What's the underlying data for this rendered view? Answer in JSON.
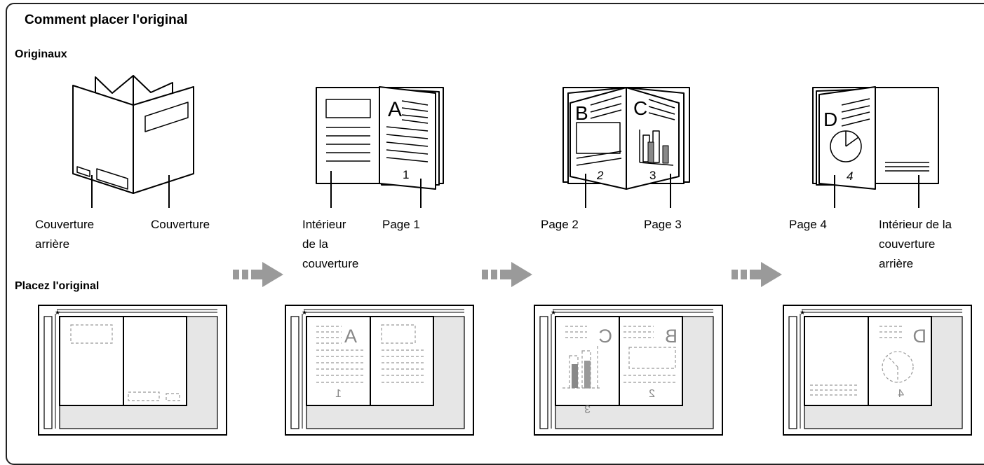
{
  "title": "Comment placer l'original",
  "sections": {
    "originals": "Originaux",
    "place": "Placez l'original"
  },
  "labels": {
    "back_cover": "Couverture\narrière",
    "cover": "Couverture",
    "inside_cover": "Intérieur\nde la\ncouverture",
    "page1": "Page 1",
    "page2": "Page 2",
    "page3": "Page 3",
    "page4": "Page 4",
    "inside_back_cover": "Intérieur de la\ncouverture\narrière"
  },
  "book_letters": [
    "A",
    "B",
    "C",
    "D"
  ],
  "page_numbers": [
    "1",
    "2",
    "3",
    "4"
  ],
  "colors": {
    "arrow": "#9a9a9a",
    "glass": "#e6e6e6",
    "dashed": "#999999",
    "bar_fill": "#888888"
  },
  "icons": [
    "booklet-illustration",
    "open-book-illustration",
    "flow-arrow-icon",
    "platen-glass-illustration"
  ]
}
